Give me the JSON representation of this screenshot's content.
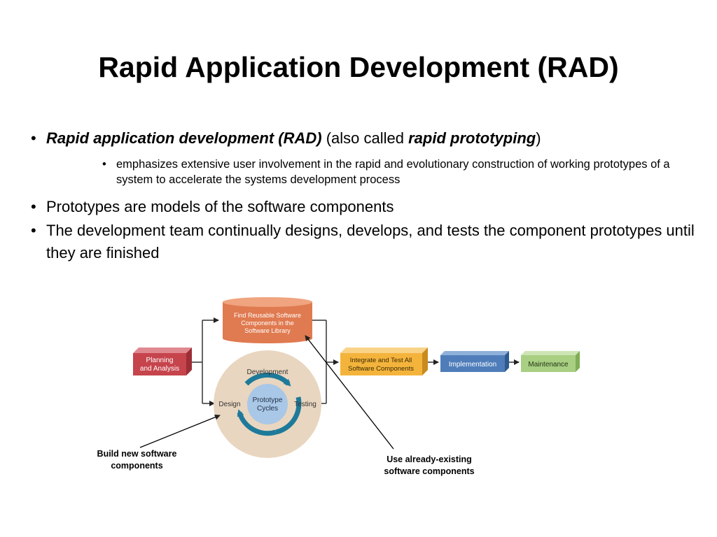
{
  "slide": {
    "title": "Rapid Application Development (RAD)",
    "bullets": {
      "b1_term": "Rapid application development (RAD)",
      "b1_mid": " (also called ",
      "b1_term2": "rapid prototyping",
      "b1_end": ")",
      "b1_sub": "emphasizes extensive user involvement in the rapid and evolutionary construction of working prototypes of a system to accelerate the systems development process",
      "b2": "Prototypes are models of the software components",
      "b3": "The development team continually designs, develops, and tests the component prototypes until they are finished"
    },
    "bullet_char": "•"
  },
  "diagram": {
    "planning_l1": "Planning",
    "planning_l2": "and Analysis",
    "library_l1": "Find Reusable Software",
    "library_l2": "Components in the",
    "library_l3": "Software Library",
    "integrate_l1": "Integrate and Test All",
    "integrate_l2": "Software Components",
    "implementation": "Implementation",
    "maintenance": "Maintenance",
    "development": "Development",
    "design": "Design",
    "testing": "Testing",
    "prototype_l1": "Prototype",
    "prototype_l2": "Cycles",
    "callout_build": "Build new software components",
    "callout_use": "Use already-existing software components"
  },
  "colors": {
    "planning": "#c6444c",
    "library": "#e07a50",
    "integrate": "#f4b43c",
    "implementation": "#4f7dba",
    "maintenance": "#a8cf82",
    "cycle_bg": "#e9d6c0",
    "cycle_arrow": "#1e7a9a",
    "prototype": "#a9c7e6"
  }
}
